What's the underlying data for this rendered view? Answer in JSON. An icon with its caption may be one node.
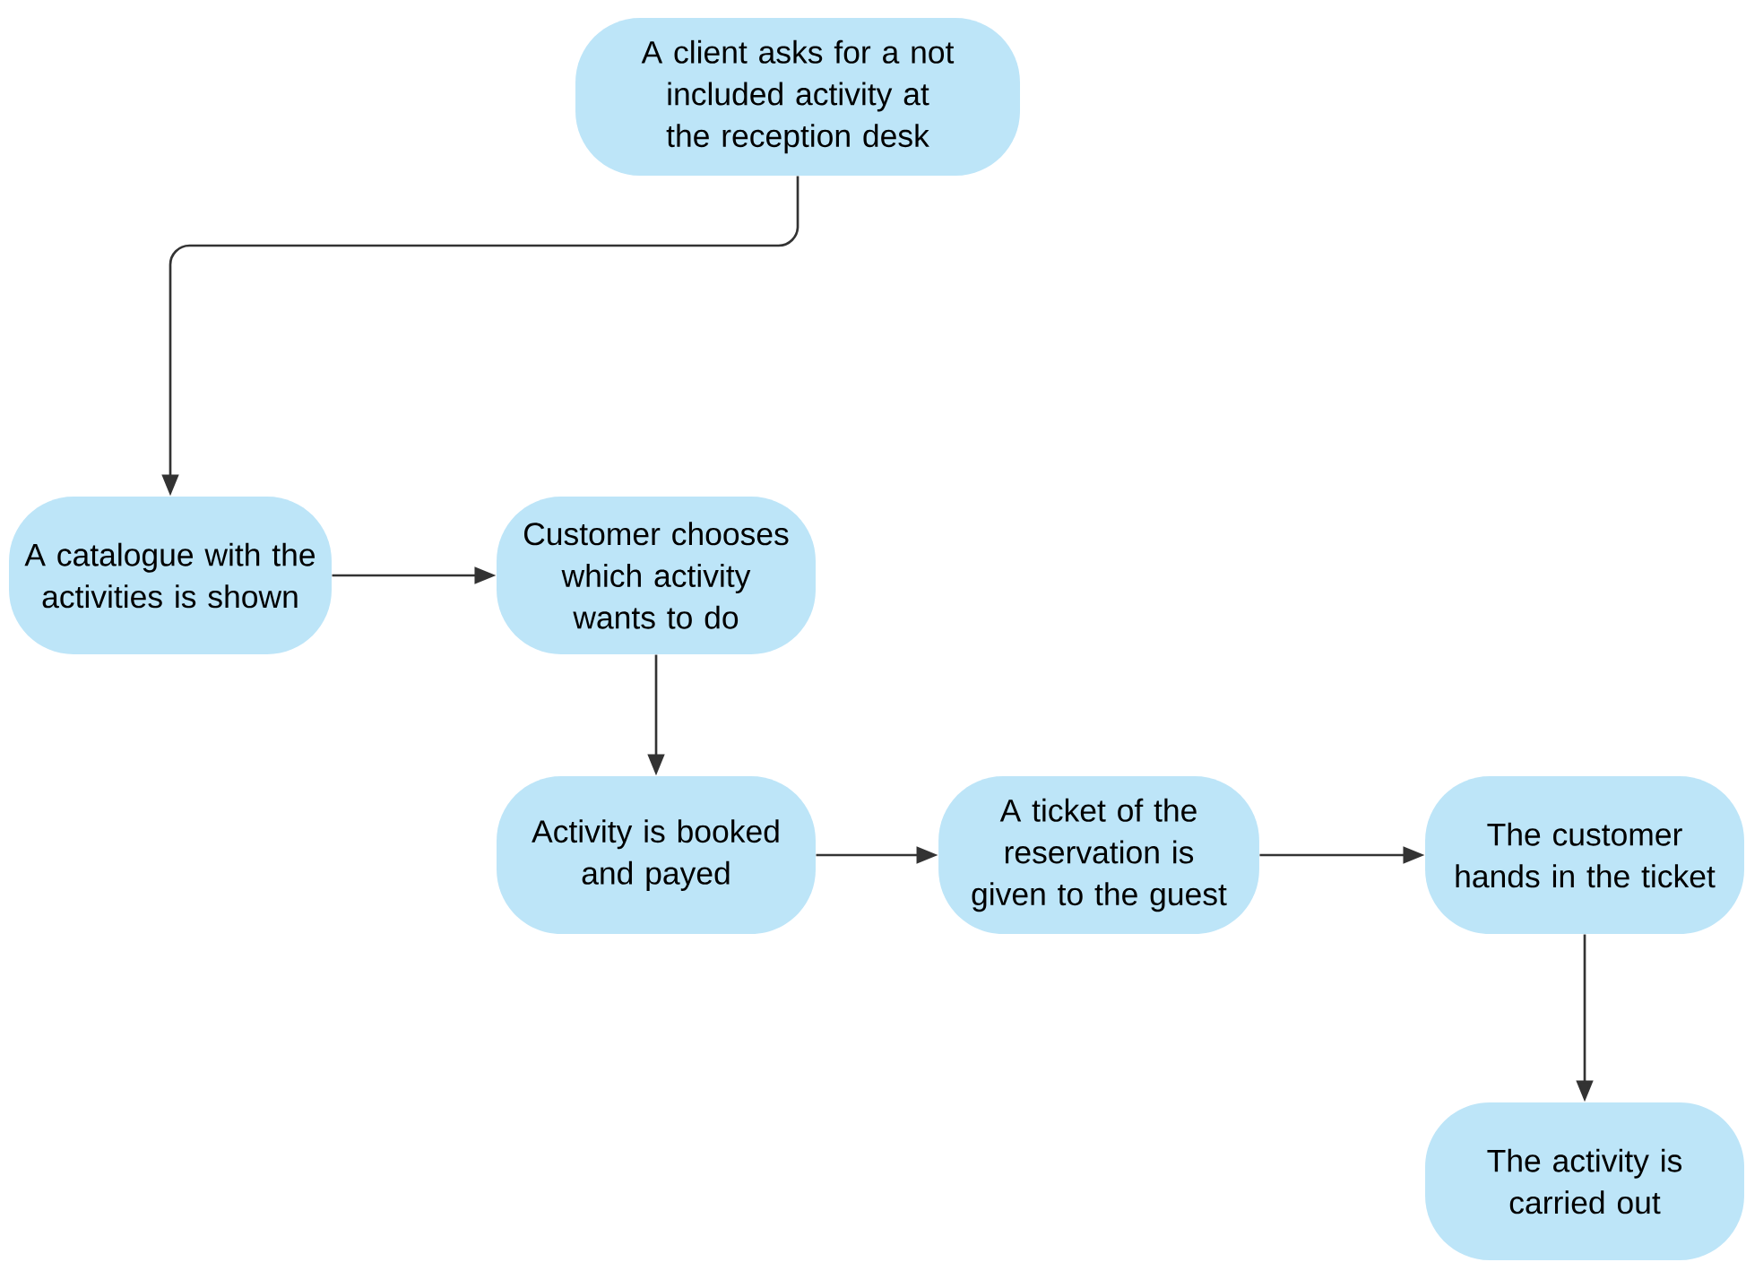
{
  "diagram": {
    "nodes": [
      {
        "text": [
          "A client asks for a not included activity at the reception desk"
        ]
      },
      {
        "text": [
          "A catalogue with the activities is shown"
        ]
      },
      {
        "text": [
          "Customer chooses which activity wants to do"
        ]
      },
      {
        "text": [
          "Activity is booked and payed"
        ]
      },
      {
        "text": [
          "A ticket of the reservation is given to the guest"
        ]
      },
      {
        "text": [
          "The customer hands in the ticket"
        ]
      },
      {
        "text": [
          "The activity is carried out"
        ]
      }
    ],
    "edges": [
      {
        "from": 0,
        "to": 1,
        "arrow": "to"
      },
      {
        "from": 1,
        "to": 2,
        "arrow": "to"
      },
      {
        "from": 2,
        "to": 3,
        "arrow": "to"
      },
      {
        "from": 3,
        "to": 4,
        "arrow": "to"
      },
      {
        "from": 4,
        "to": 5,
        "arrow": "to"
      },
      {
        "from": 5,
        "to": 6,
        "arrow": "to"
      }
    ]
  }
}
